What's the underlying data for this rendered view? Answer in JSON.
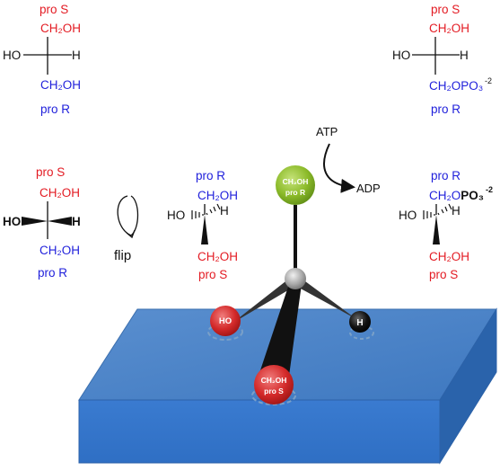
{
  "fischer_top_left": {
    "top_label": "pro S",
    "top_group": "CH₂OH",
    "left_group": "HO",
    "right_group": "H",
    "bottom_group": "CH₂OH",
    "bottom_label": "pro R"
  },
  "fischer_top_right": {
    "top_label": "pro S",
    "top_group": "CH₂OH",
    "left_group": "HO",
    "right_group": "H",
    "bottom_group": "CH₂OPO₃",
    "bottom_charge": "-2",
    "bottom_label": "pro R"
  },
  "wedge_left": {
    "top_label": "pro S",
    "top_group": "CH₂OH",
    "left_group": "HO",
    "right_group": "H",
    "bottom_group": "CH₂OH",
    "bottom_label": "pro R"
  },
  "flip": {
    "label": "flip"
  },
  "wedge_middle": {
    "top_label": "pro R",
    "top_group": "CH₂OH",
    "left_group": "HO",
    "right_group": "H",
    "bottom_group": "CH₂OH",
    "bottom_label": "pro S"
  },
  "wedge_right": {
    "top_label": "pro R",
    "top_group": "CH₂O",
    "top_group_bold": "PO₃",
    "top_charge": "-2",
    "left_group": "HO",
    "right_group": "H",
    "bottom_group": "CH₂OH",
    "bottom_label": "pro S"
  },
  "reaction": {
    "atp": "ATP",
    "adp": "ADP"
  },
  "model": {
    "green_ball_line1": "CH₂OH",
    "green_ball_line2": "pro R",
    "ho_ball": "HO",
    "h_ball": "H",
    "red_ball_line1": "CH₂OH",
    "red_ball_line2": "pro S"
  },
  "colors": {
    "pro_s": "#e31b23",
    "pro_r": "#1f1fdb",
    "surface_top": "#4f81bd",
    "surface_side": "#2f6fb8",
    "green_ball": "#8cbb2a",
    "red_ball": "#d42a2a",
    "black_ball": "#111111",
    "central_atom": "#a8a8a8"
  }
}
